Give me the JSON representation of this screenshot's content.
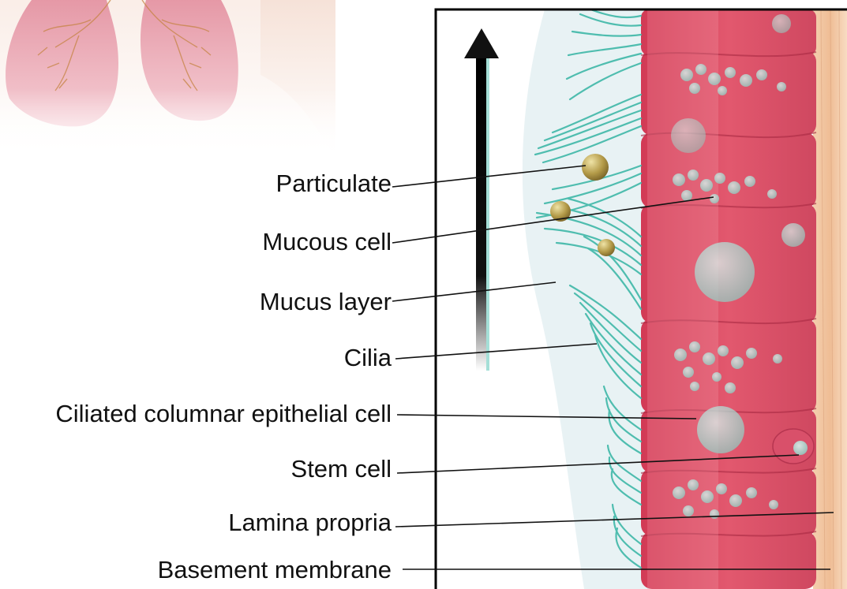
{
  "labels": {
    "particulate": "Particulate",
    "mucous_cell": "Mucous cell",
    "mucus_layer": "Mucus layer",
    "cilia": "Cilia",
    "ciliated_columnar_epithelial_cell": "Ciliated columnar epithelial cell",
    "stem_cell": "Stem cell",
    "lamina_propria": "Lamina propria",
    "basement_membrane": "Basement membrane"
  },
  "colors": {
    "cilia": "#3fb8a8",
    "epithelium": "#d8485e",
    "lamina": "#f1c6a2",
    "mucus": "#e6f1f3",
    "lung": "#e59aa8"
  }
}
